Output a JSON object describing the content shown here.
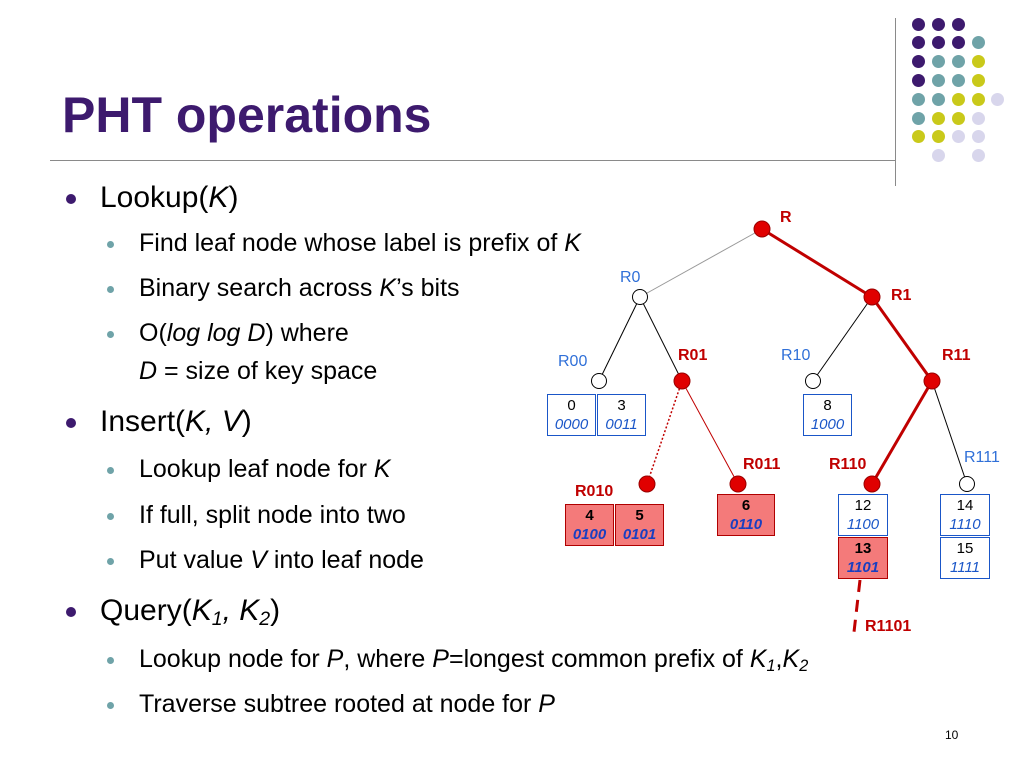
{
  "title": "PHT operations",
  "colors": {
    "title": "#3d1a6e",
    "path_red": "#c00000",
    "label_blue": "#3070d8",
    "leaf_highlight": "#f47a7a",
    "dot_purple": "#3d1a6e",
    "dot_teal": "#6fa3a8",
    "dot_yellow": "#c9c91a",
    "dot_lavender": "#d8d6ec"
  },
  "bullets": {
    "lookup": {
      "head": "Lookup(",
      "arg": "K",
      "tail": ")",
      "items": {
        "find_a": "Find leaf node whose label is prefix of ",
        "find_k": "K",
        "binary_a": "Binary search across ",
        "binary_k": "K",
        "binary_b": "’s bits",
        "o_a": "O(",
        "o_b": "log log D",
        "o_c": ") where",
        "d_a": "D",
        "d_b": " = size of key space"
      }
    },
    "insert": {
      "head": "Insert(",
      "arg": "K, V",
      "tail": ")",
      "items": {
        "lookup_a": "Lookup leaf node for ",
        "lookup_k": "K",
        "split": "If full, split node into two",
        "put_a": "Put value ",
        "put_v": "V",
        "put_b": " into leaf node"
      }
    },
    "query": {
      "head": "Query(",
      "k1": "K",
      "k1_sub": "1",
      "sep": ", ",
      "k2": "K",
      "k2_sub": "2",
      "tail": ")",
      "items": {
        "node_a": "Lookup node for ",
        "node_p": "P",
        "node_b": ", where ",
        "node_p2": "P",
        "node_c": "=longest common prefix of ",
        "node_k1": "K",
        "node_k1_sub": "1",
        "node_comma": ",",
        "node_k2": "K",
        "node_k2_sub": "2",
        "trav_a": "Traverse subtree rooted at node for ",
        "trav_p": "P"
      }
    }
  },
  "tree": {
    "labels": {
      "R": "R",
      "R0": "R0",
      "R1": "R1",
      "R00": "R00",
      "R01": "R01",
      "R10": "R10",
      "R11": "R11",
      "R010": "R010",
      "R011": "R011",
      "R110": "R110",
      "R111": "R111",
      "R1101": "R1101"
    },
    "leaves": {
      "c0": {
        "num": "0",
        "bits": "0000"
      },
      "c3": {
        "num": "3",
        "bits": "0011"
      },
      "c8": {
        "num": "8",
        "bits": "1000"
      },
      "c4": {
        "num": "4",
        "bits": "0100"
      },
      "c5": {
        "num": "5",
        "bits": "0101"
      },
      "c6": {
        "num": "6",
        "bits": "0110"
      },
      "c12": {
        "num": "12",
        "bits": "1100"
      },
      "c13": {
        "num": "13",
        "bits": "1101"
      },
      "c14": {
        "num": "14",
        "bits": "1110"
      },
      "c15": {
        "num": "15",
        "bits": "1111"
      }
    }
  },
  "page_number": "10"
}
